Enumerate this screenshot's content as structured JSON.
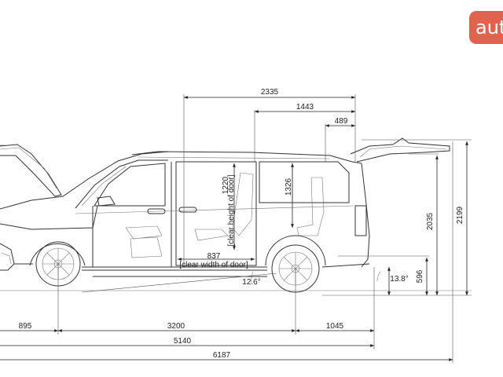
{
  "brand": {
    "logo_text": "auto"
  },
  "dimensions": {
    "top_2335": "2335",
    "top_1443": "1443",
    "top_489": "489",
    "door_height_value": "1220",
    "door_height_label": "[clear height of door]",
    "interior_height": "1326",
    "door_width_value": "837",
    "door_width_label": "[clear width of door]",
    "angle_front": "12.6°",
    "angle_rear": "13.8°",
    "height_596": "596",
    "height_2035": "2035",
    "height_2199": "2199",
    "front_overhang": "895",
    "wheelbase": "3200",
    "rear_overhang": "1045",
    "overall_length": "5140",
    "length_tailgate_open": "6187"
  }
}
